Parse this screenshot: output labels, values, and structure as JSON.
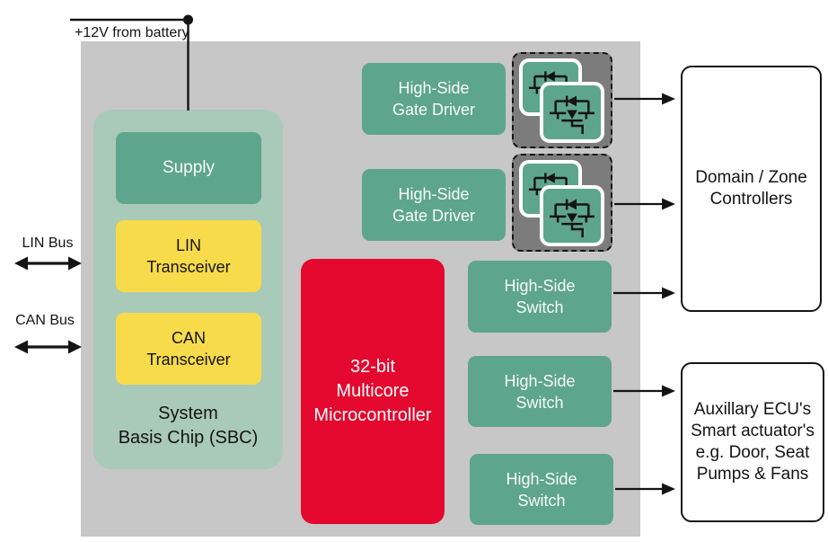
{
  "colors": {
    "green": "#5EA58D",
    "light_green": "#A9C9B9",
    "yellow": "#F8DB4B",
    "red": "#E4072E",
    "bg_gray": "#C7C7C7",
    "dark_gray": "#7C7C7C"
  },
  "battery": {
    "label": "+12V from battery"
  },
  "buses": [
    {
      "label": "LIN Bus"
    },
    {
      "label": "CAN Bus"
    }
  ],
  "sbc": {
    "label": "System\nBasis Chip (SBC)",
    "supply": {
      "label": "Supply"
    },
    "lin_transceiver": {
      "label": "LIN\nTransceiver"
    },
    "can_transceiver": {
      "label": "CAN\nTransceiver"
    }
  },
  "mcu": {
    "label": "32-bit\nMulticore\nMicrocontroller"
  },
  "gate_drivers": [
    {
      "label": "High-Side\nGate Driver"
    },
    {
      "label": "High-Side\nGate Driver"
    }
  ],
  "switches": [
    {
      "label": "High-Side\nSwitch"
    },
    {
      "label": "High-Side\nSwitch"
    },
    {
      "label": "High-Side\nSwitch"
    }
  ],
  "outputs": [
    {
      "label": "Domain / Zone\nControllers"
    },
    {
      "label": "Auxillary ECU's\nSmart actuator's\ne.g. Door, Seat\nPumps & Fans"
    }
  ],
  "icons": {
    "mosfet": "mosfet-with-body-diode-icon",
    "junction": "junction-dot-icon",
    "arrow": "arrow-right-icon",
    "bus_arrow": "double-headed-arrow-icon"
  }
}
